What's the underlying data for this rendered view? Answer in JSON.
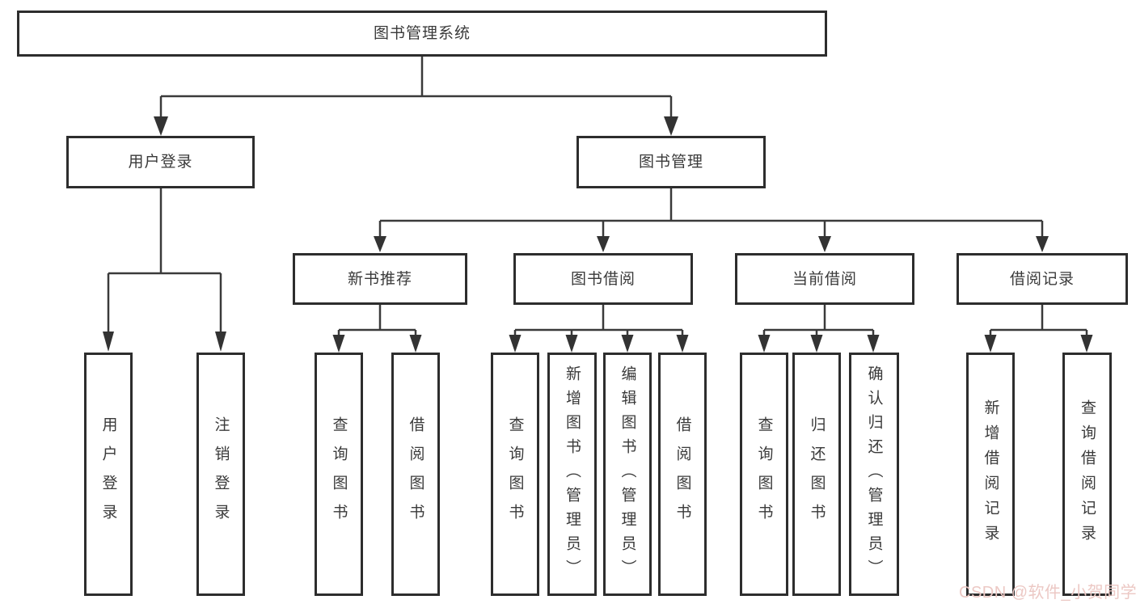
{
  "diagram": {
    "root": {
      "label": "图书管理系统"
    },
    "level2": [
      {
        "label": "用户登录"
      },
      {
        "label": "图书管理"
      }
    ],
    "level3": [
      {
        "label": "新书推荐"
      },
      {
        "label": "图书借阅"
      },
      {
        "label": "当前借阅"
      },
      {
        "label": "借阅记录"
      }
    ],
    "level4": {
      "user_login": [
        {
          "label": "用户登录"
        },
        {
          "label": "注销登录"
        }
      ],
      "new_book_recommend": [
        {
          "label": "查询图书"
        },
        {
          "label": "借阅图书"
        }
      ],
      "book_borrowing": [
        {
          "label": "查询图书"
        },
        {
          "label": "新增图书（管理员）"
        },
        {
          "label": "编辑图书（管理员）"
        },
        {
          "label": "借阅图书"
        }
      ],
      "current_borrowing": [
        {
          "label": "查询图书"
        },
        {
          "label": "归还图书"
        },
        {
          "label": "确认归还（管理员）"
        }
      ],
      "borrow_records": [
        {
          "label": "新增借阅记录"
        },
        {
          "label": "查询借阅记录"
        }
      ]
    },
    "watermark": "CSDN @软件_小贺同学",
    "colors": {
      "background": "#ffffff",
      "box_border": "#2d2d2d",
      "line": "#3a3a3a",
      "text": "#3a3a3a",
      "watermark": "#ecc8c4"
    }
  }
}
